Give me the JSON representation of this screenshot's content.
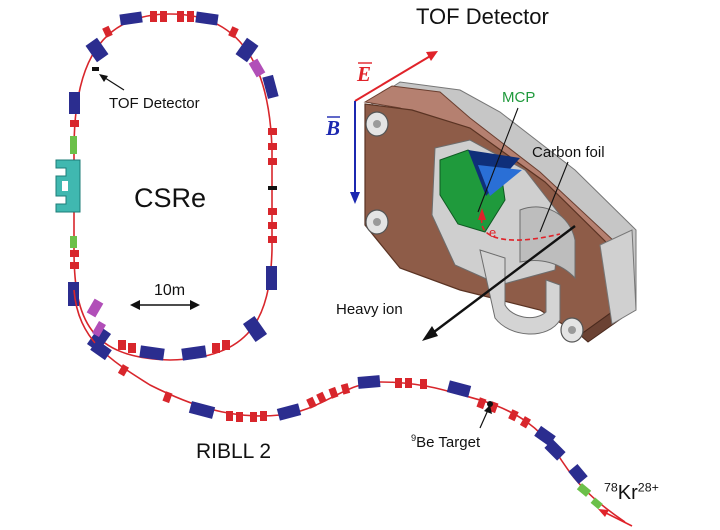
{
  "labels": {
    "panel_title": "TOF Detector",
    "ring_tof_label": "TOF Detector",
    "ring_name": "CSRe",
    "scale_bar": "10m",
    "mcp": "MCP",
    "carbon_foil": "Carbon foil",
    "electron": "e",
    "heavy_ion": "Heavy ion",
    "field_e": "E",
    "field_b": "B",
    "beamline": "RIBLL 2",
    "target_mass": "9",
    "target_name": "Be Target",
    "beam_mass": "78",
    "beam_element": "Kr",
    "beam_charge": "28+"
  },
  "colors": {
    "dipole": "#2b2d8f",
    "quadrupole": "#d8262c",
    "beam_orbit": "#d8262c",
    "kicker": "#b14fb8",
    "injection_green": "#6cc04a",
    "cyan_septum": "#40b8b0",
    "field_e": "#e0232a",
    "field_b": "#1c28b0",
    "mcp_green": "#1f9a3c",
    "detector_body": "#8e5c48"
  }
}
